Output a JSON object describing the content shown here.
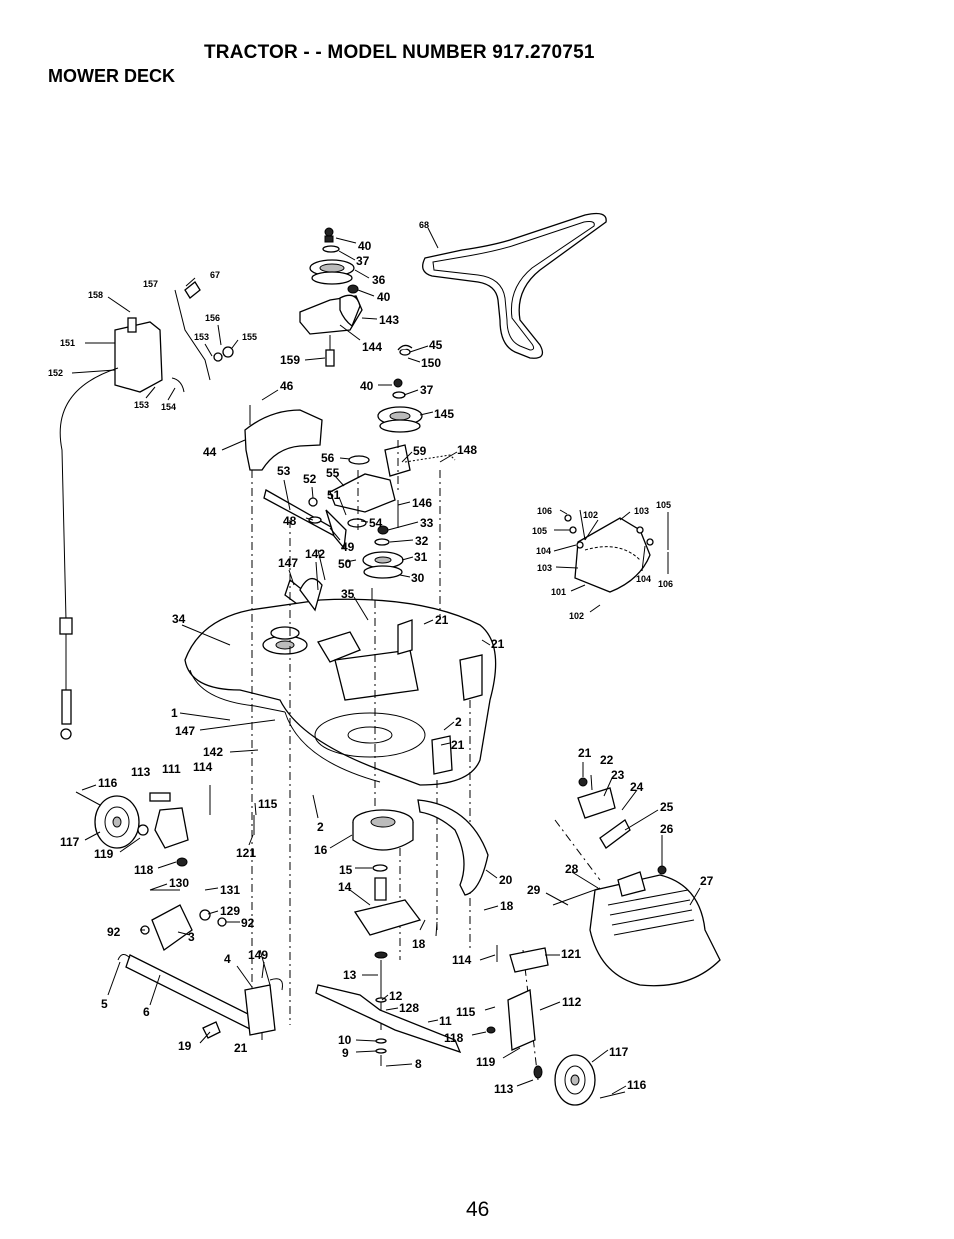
{
  "header": {
    "title": "TRACTOR - - MODEL NUMBER 917.270751",
    "section": "MOWER DECK"
  },
  "footer": {
    "page_number": "46"
  },
  "callouts": [
    {
      "id": "c40a",
      "label": "40"
    },
    {
      "id": "c37a",
      "label": "37"
    },
    {
      "id": "c36",
      "label": "36"
    },
    {
      "id": "c40b",
      "label": "40"
    },
    {
      "id": "c143",
      "label": "143"
    },
    {
      "id": "c144",
      "label": "144"
    },
    {
      "id": "c159",
      "label": "159"
    },
    {
      "id": "c45",
      "label": "45"
    },
    {
      "id": "c150",
      "label": "150"
    },
    {
      "id": "c40c",
      "label": "40"
    },
    {
      "id": "c37b",
      "label": "37"
    },
    {
      "id": "c145",
      "label": "145"
    },
    {
      "id": "c68",
      "label": "68"
    },
    {
      "id": "c46",
      "label": "46"
    },
    {
      "id": "c44",
      "label": "44"
    },
    {
      "id": "c56",
      "label": "56"
    },
    {
      "id": "c59",
      "label": "59"
    },
    {
      "id": "c148",
      "label": "148"
    },
    {
      "id": "c53",
      "label": "53"
    },
    {
      "id": "c52",
      "label": "52"
    },
    {
      "id": "c55",
      "label": "55"
    },
    {
      "id": "c51",
      "label": "51"
    },
    {
      "id": "c146",
      "label": "146"
    },
    {
      "id": "c48",
      "label": "48"
    },
    {
      "id": "c54",
      "label": "54"
    },
    {
      "id": "c33",
      "label": "33"
    },
    {
      "id": "c32",
      "label": "32"
    },
    {
      "id": "c49",
      "label": "49"
    },
    {
      "id": "c142a",
      "label": "142"
    },
    {
      "id": "c31",
      "label": "31"
    },
    {
      "id": "c147a",
      "label": "147"
    },
    {
      "id": "c50",
      "label": "50"
    },
    {
      "id": "c30",
      "label": "30"
    },
    {
      "id": "c35",
      "label": "35"
    },
    {
      "id": "c34",
      "label": "34"
    },
    {
      "id": "c21a",
      "label": "21"
    },
    {
      "id": "c21b",
      "label": "21"
    },
    {
      "id": "c1",
      "label": "1"
    },
    {
      "id": "c147b",
      "label": "147"
    },
    {
      "id": "c2a",
      "label": "2"
    },
    {
      "id": "c21c",
      "label": "21"
    },
    {
      "id": "c142b",
      "label": "142"
    },
    {
      "id": "c113a",
      "label": "113"
    },
    {
      "id": "c111",
      "label": "111"
    },
    {
      "id": "c114a",
      "label": "114"
    },
    {
      "id": "c116a",
      "label": "116"
    },
    {
      "id": "c115a",
      "label": "115"
    },
    {
      "id": "c117a",
      "label": "117"
    },
    {
      "id": "c119a",
      "label": "119"
    },
    {
      "id": "c121a",
      "label": "121"
    },
    {
      "id": "c118a",
      "label": "118"
    },
    {
      "id": "c2b",
      "label": "2"
    },
    {
      "id": "c16",
      "label": "16"
    },
    {
      "id": "c15",
      "label": "15"
    },
    {
      "id": "c14",
      "label": "14"
    },
    {
      "id": "c20",
      "label": "20"
    },
    {
      "id": "c18a",
      "label": "18"
    },
    {
      "id": "c18b",
      "label": "18"
    },
    {
      "id": "c130",
      "label": "130"
    },
    {
      "id": "c131",
      "label": "131"
    },
    {
      "id": "c129",
      "label": "129"
    },
    {
      "id": "c92a",
      "label": "92"
    },
    {
      "id": "c92b",
      "label": "92"
    },
    {
      "id": "c3",
      "label": "3"
    },
    {
      "id": "c4",
      "label": "4"
    },
    {
      "id": "c149",
      "label": "149"
    },
    {
      "id": "c5",
      "label": "5"
    },
    {
      "id": "c6",
      "label": "6"
    },
    {
      "id": "c19",
      "label": "19"
    },
    {
      "id": "c21d",
      "label": "21"
    },
    {
      "id": "c13",
      "label": "13"
    },
    {
      "id": "c12",
      "label": "12"
    },
    {
      "id": "c128",
      "label": "128"
    },
    {
      "id": "c11",
      "label": "11"
    },
    {
      "id": "c10",
      "label": "10"
    },
    {
      "id": "c9",
      "label": "9"
    },
    {
      "id": "c8",
      "label": "8"
    },
    {
      "id": "c21e",
      "label": "21"
    },
    {
      "id": "c22",
      "label": "22"
    },
    {
      "id": "c23",
      "label": "23"
    },
    {
      "id": "c24",
      "label": "24"
    },
    {
      "id": "c25",
      "label": "25"
    },
    {
      "id": "c26",
      "label": "26"
    },
    {
      "id": "c28",
      "label": "28"
    },
    {
      "id": "c29",
      "label": "29"
    },
    {
      "id": "c27",
      "label": "27"
    },
    {
      "id": "c114b",
      "label": "114"
    },
    {
      "id": "c121b",
      "label": "121"
    },
    {
      "id": "c115b",
      "label": "115"
    },
    {
      "id": "c112",
      "label": "112"
    },
    {
      "id": "c118b",
      "label": "118"
    },
    {
      "id": "c119b",
      "label": "119"
    },
    {
      "id": "c117b",
      "label": "117"
    },
    {
      "id": "c113b",
      "label": "113"
    },
    {
      "id": "c116b",
      "label": "116"
    },
    {
      "id": "c106a",
      "label": "106"
    },
    {
      "id": "c102a",
      "label": "102"
    },
    {
      "id": "c103a",
      "label": "103"
    },
    {
      "id": "c105a",
      "label": "105"
    },
    {
      "id": "c105b",
      "label": "105"
    },
    {
      "id": "c104a",
      "label": "104"
    },
    {
      "id": "c103b",
      "label": "103"
    },
    {
      "id": "c104b",
      "label": "104"
    },
    {
      "id": "c106b",
      "label": "106"
    },
    {
      "id": "c101",
      "label": "101"
    },
    {
      "id": "c102b",
      "label": "102"
    },
    {
      "id": "c158",
      "label": "158"
    },
    {
      "id": "c157",
      "label": "157"
    },
    {
      "id": "c67",
      "label": "67"
    },
    {
      "id": "c156",
      "label": "156"
    },
    {
      "id": "c153a",
      "label": "153"
    },
    {
      "id": "c155",
      "label": "155"
    },
    {
      "id": "c151",
      "label": "151"
    },
    {
      "id": "c152",
      "label": "152"
    },
    {
      "id": "c153b",
      "label": "153"
    },
    {
      "id": "c154",
      "label": "154"
    }
  ]
}
